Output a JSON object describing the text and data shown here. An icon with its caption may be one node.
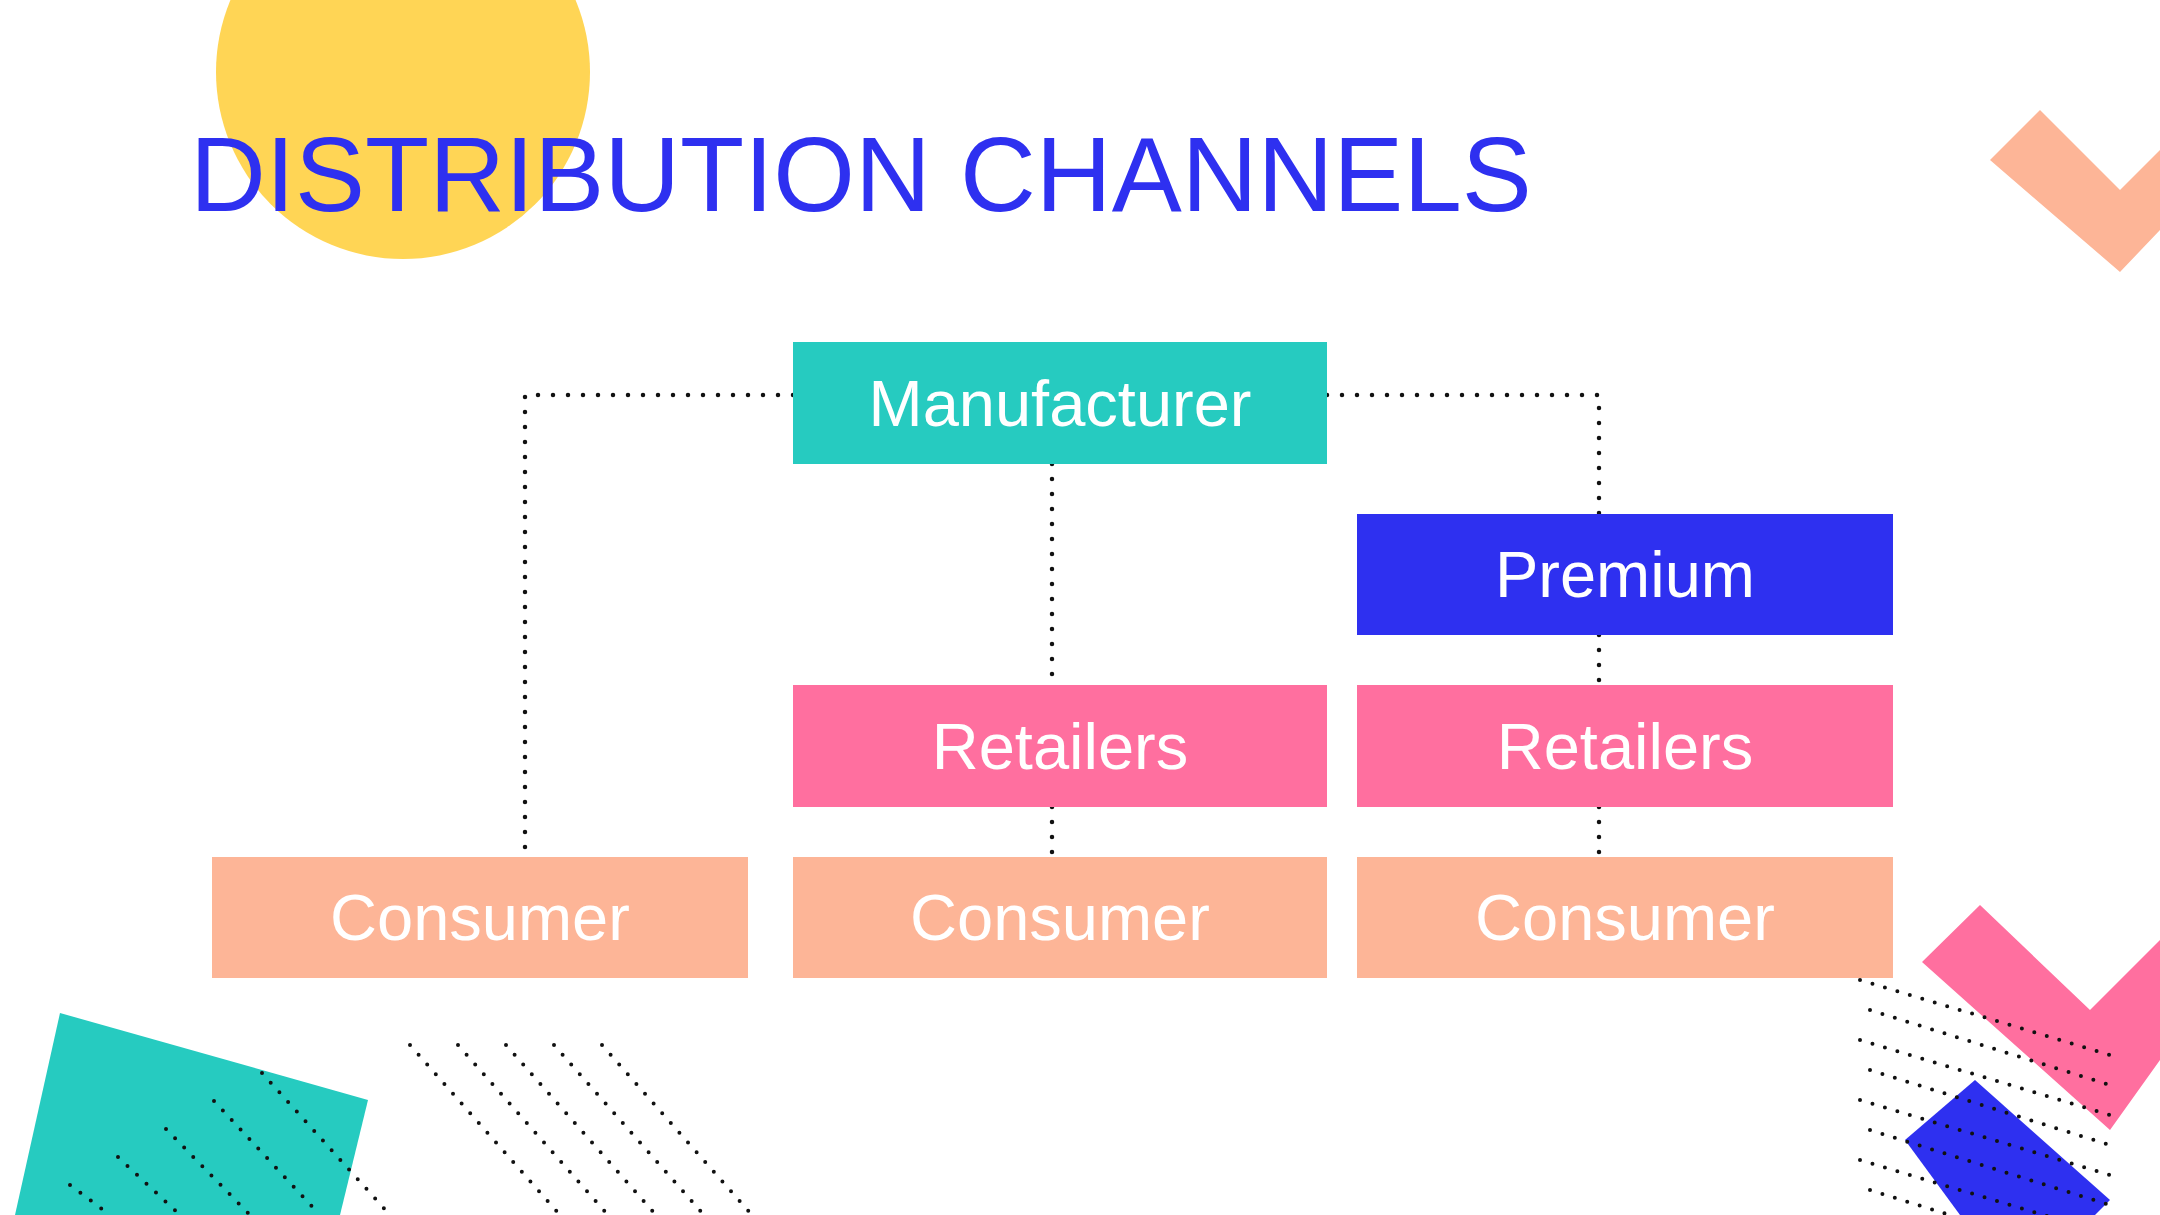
{
  "diagram": {
    "title": "DISTRIBUTION CHANNELS",
    "nodes": [
      {
        "text": [
          "Manufacturer"
        ]
      },
      {
        "text": [
          "Premium"
        ]
      },
      {
        "text": [
          "Retailers"
        ]
      },
      {
        "text": [
          "Retailers"
        ]
      },
      {
        "text": [
          "Consumer"
        ]
      },
      {
        "text": [
          "Consumer"
        ]
      },
      {
        "text": [
          "Consumer"
        ]
      }
    ],
    "edges": [
      {
        "from": 0,
        "to": 4,
        "arrow": "none"
      },
      {
        "from": 0,
        "to": 2,
        "arrow": "none"
      },
      {
        "from": 0,
        "to": 1,
        "arrow": "none"
      },
      {
        "from": 1,
        "to": 3,
        "arrow": "none"
      },
      {
        "from": 2,
        "to": 5,
        "arrow": "none"
      },
      {
        "from": 3,
        "to": 6,
        "arrow": "none"
      }
    ]
  }
}
